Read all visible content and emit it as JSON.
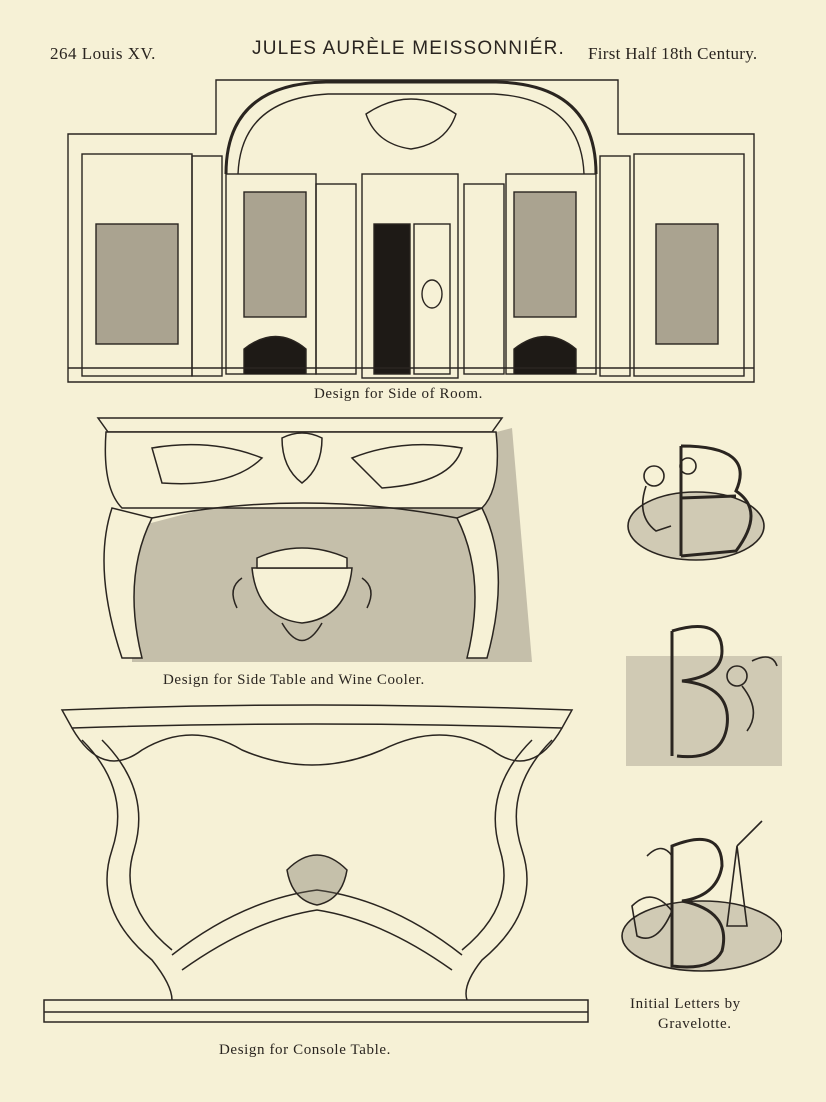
{
  "header": {
    "page_left": "264 Louis XV.",
    "title": "JULES AURÈLE MEISSONNIÉR.",
    "period": "First Half 18th Century."
  },
  "captions": {
    "room": "Design for Side of Room.",
    "side_table": "Design for Side Table and Wine Cooler.",
    "console": "Design for Console Table.",
    "initials_line1": "Initial Letters by",
    "initials_line2": "Gravelotte."
  },
  "colors": {
    "paper": "#f6f1d6",
    "ink": "#2a2520"
  }
}
